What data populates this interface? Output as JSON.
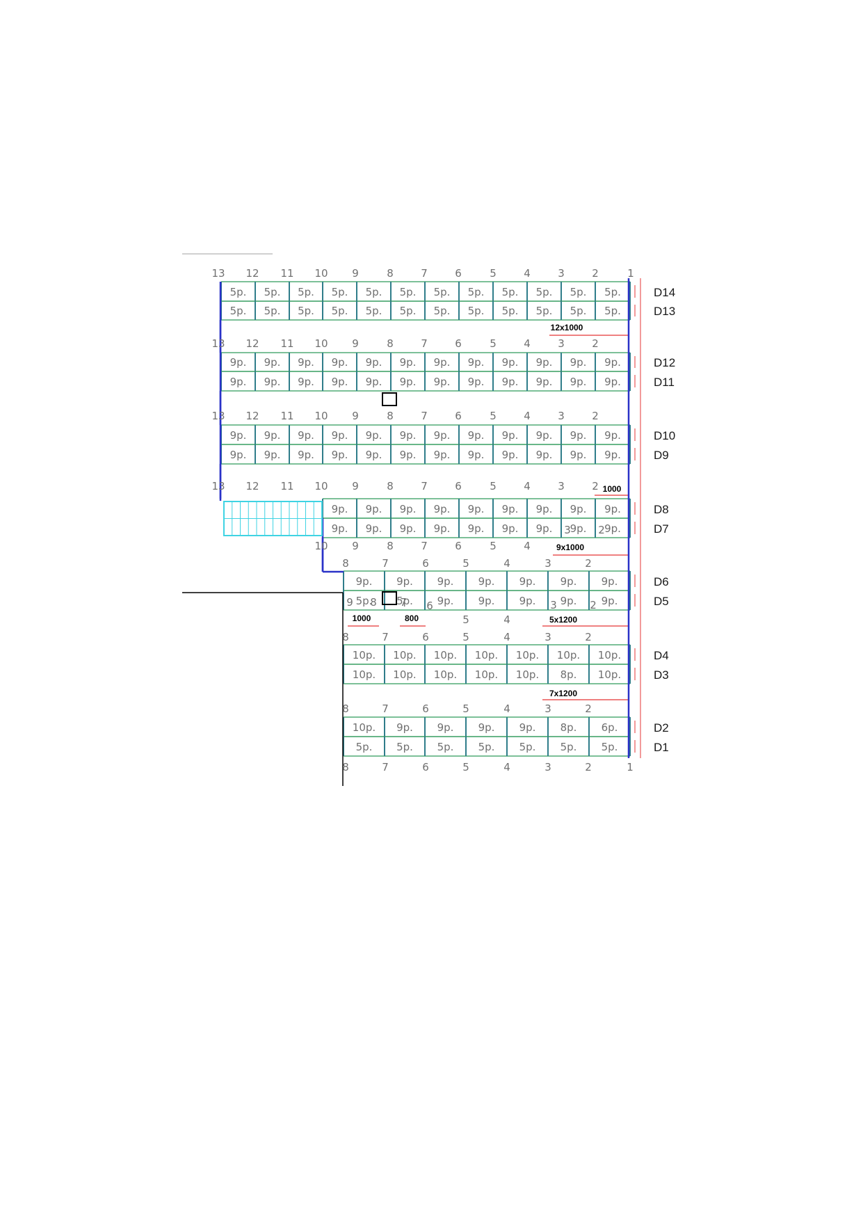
{
  "colors": {
    "row_line": "#2e9a5a",
    "separator": "#2f7d8a",
    "wall": "#2a32c8",
    "red": "#e53434",
    "stair": "#3fd3e3",
    "black": "#000000"
  },
  "label_sets": {
    "l13": [
      "13",
      "12",
      "11",
      "10",
      "9",
      "8",
      "7",
      "6",
      "5",
      "4",
      "3",
      "2",
      "1"
    ],
    "m13": [
      "13",
      "12",
      "11",
      "10",
      "9",
      "8",
      "7",
      "6",
      "5",
      "4",
      "3",
      "2"
    ],
    "m10": [
      "10",
      "9",
      "8",
      "7",
      "6",
      "5",
      "4"
    ],
    "l8": [
      "8",
      "7",
      "6",
      "5",
      "4",
      "3",
      "2"
    ],
    "l8b": [
      "8",
      "7",
      "6",
      "5",
      "4",
      "3",
      "2",
      "1"
    ]
  },
  "dimensions": [
    "12x1000",
    "1000",
    "9x1000",
    "1000",
    "800",
    "5x1200",
    "7x1200"
  ],
  "rows": [
    {
      "label": "D14",
      "seats": [
        "5p.",
        "5p.",
        "5p.",
        "5p.",
        "5p.",
        "5p.",
        "5p.",
        "5p.",
        "5p.",
        "5p.",
        "5p.",
        "5p."
      ]
    },
    {
      "label": "D13",
      "seats": [
        "5p.",
        "5p.",
        "5p.",
        "5p.",
        "5p.",
        "5p.",
        "5p.",
        "5p.",
        "5p.",
        "5p.",
        "5p.",
        "5p."
      ]
    },
    {
      "label": "D12",
      "seats": [
        "9p.",
        "9p.",
        "9p.",
        "9p.",
        "9p.",
        "9p.",
        "9p.",
        "9p.",
        "9p.",
        "9p.",
        "9p.",
        "9p."
      ]
    },
    {
      "label": "D11",
      "seats": [
        "9p.",
        "9p.",
        "9p.",
        "9p.",
        "9p.",
        "9p.",
        "9p.",
        "9p.",
        "9p.",
        "9p.",
        "9p.",
        "9p."
      ]
    },
    {
      "label": "D10",
      "seats": [
        "9p.",
        "9p.",
        "9p.",
        "9p.",
        "9p.",
        "9p.",
        "9p.",
        "9p.",
        "9p.",
        "9p.",
        "9p.",
        "9p."
      ]
    },
    {
      "label": "D9",
      "seats": [
        "9p.",
        "9p.",
        "9p.",
        "9p.",
        "9p.",
        "9p.",
        "9p.",
        "9p.",
        "9p.",
        "9p.",
        "9p.",
        "9p."
      ]
    },
    {
      "label": "D8",
      "seats": [
        "9p.",
        "9p.",
        "9p.",
        "9p.",
        "9p.",
        "9p.",
        "9p.",
        "9p.",
        "9p."
      ]
    },
    {
      "label": "D7",
      "seats": [
        "9p.",
        "9p.",
        "9p.",
        "9p.",
        "9p.",
        "9p.",
        "9p.",
        "9p.",
        "9p."
      ],
      "markers": [
        "3",
        "2"
      ]
    },
    {
      "label": "D6",
      "seats": [
        "9p.",
        "9p.",
        "9p.",
        "9p.",
        "9p.",
        "9p.",
        "9p."
      ]
    },
    {
      "label": "D5",
      "seats": [
        "5p.",
        "5p.",
        "9p.",
        "9p.",
        "9p.",
        "9p.",
        "9p."
      ],
      "markers": [
        "9",
        "8",
        "7",
        "6",
        "3",
        "2"
      ],
      "lower": [
        "5",
        "4"
      ]
    },
    {
      "label": "D4",
      "seats": [
        "10p.",
        "10p.",
        "10p.",
        "10p.",
        "10p.",
        "10p.",
        "10p."
      ]
    },
    {
      "label": "D3",
      "seats": [
        "10p.",
        "10p.",
        "10p.",
        "10p.",
        "10p.",
        "8p.",
        "10p."
      ]
    },
    {
      "label": "D2",
      "seats": [
        "10p.",
        "9p.",
        "9p.",
        "9p.",
        "9p.",
        "8p.",
        "6p."
      ]
    },
    {
      "label": "D1",
      "seats": [
        "5p.",
        "5p.",
        "5p.",
        "5p.",
        "5p.",
        "5p.",
        "5p."
      ]
    }
  ]
}
